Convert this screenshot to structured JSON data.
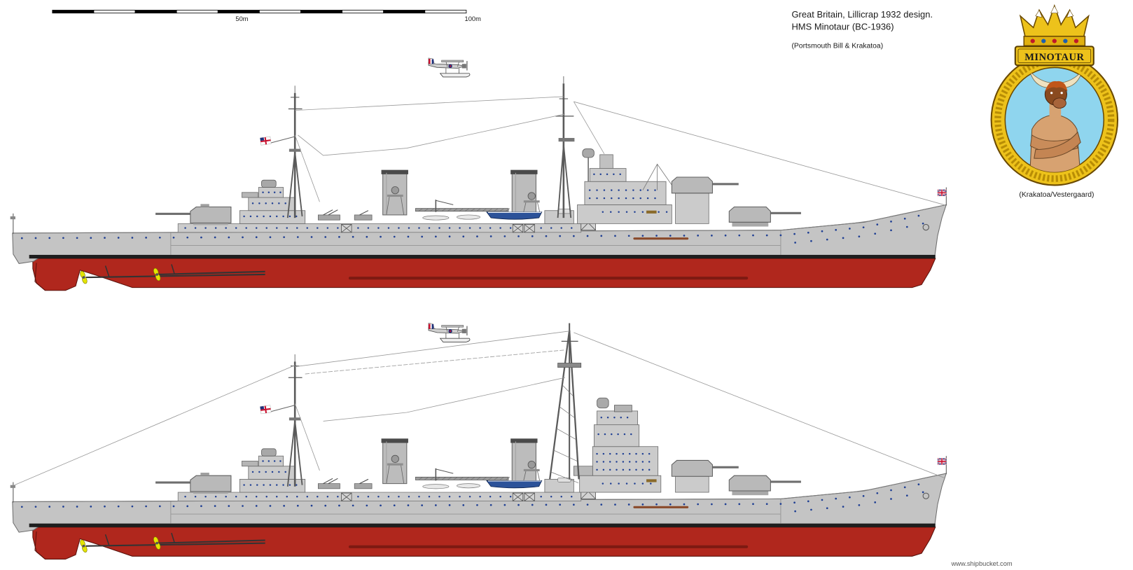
{
  "scale_bar": {
    "label_50": "50m",
    "label_100": "100m"
  },
  "caption": {
    "line1": "Great Britain, Lillicrap 1932 design.",
    "line2": "HMS Minotaur (BC-1936)",
    "line3": "(Portsmouth Bill & Krakatoa)"
  },
  "badge": {
    "name": "MINOTAUR",
    "credit": "(Krakatoa/Vestergaard)"
  },
  "footer": {
    "website": "www.shipbucket.com"
  },
  "colors": {
    "background": "#ffffff",
    "hull_grey": "#c4c4c4",
    "superstructure": "#cbcbcb",
    "turret": "#b9b9b9",
    "funnel": "#bcbcbc",
    "hull_red": "#b0271d",
    "boot_top": "#1e1e1e",
    "porthole": "#1f3f93",
    "propeller": "#e4e400",
    "boat_blue": "#2c5299",
    "rigging": "#9a9a9a",
    "badge_gold": "#edc21b",
    "badge_field": "#8fd5ee",
    "minotaur_skin": "#d7a271",
    "minotaur_head": "#8a4a1f"
  }
}
